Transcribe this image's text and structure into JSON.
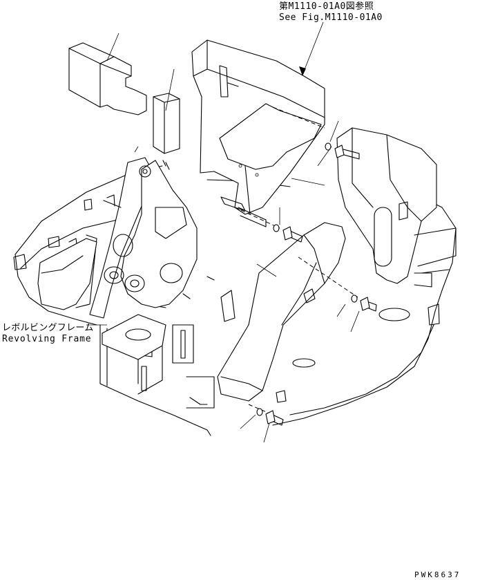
{
  "diagram": {
    "reference_label_jp": "第M1110-01A0図参照",
    "reference_label_en": "See Fig.M1110-01A0",
    "frame_label_jp": "レボルビングフレーム",
    "frame_label_en": "Revolving Frame",
    "drawing_code": "PWK8637"
  },
  "colors": {
    "line": "#000000",
    "paper": "#ffffff"
  },
  "parts": {
    "side_plates": 2,
    "bolts_with_washers": 4
  }
}
